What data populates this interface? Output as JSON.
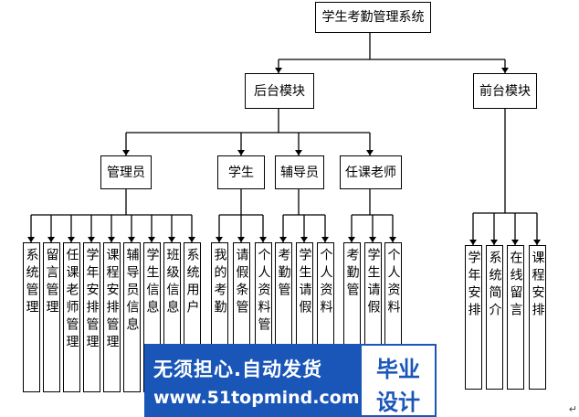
{
  "root": "学生考勤管理系统",
  "level1": {
    "backend": "后台模块",
    "frontend": "前台模块"
  },
  "level2": {
    "admin": "管理员",
    "student": "学生",
    "counselor": "辅导员",
    "teacher": "任课老师"
  },
  "admin_items": [
    "系统管理",
    "留言管理",
    "任课老师管理",
    "学年安排管理",
    "课程安排管理",
    "辅导员信息",
    "学生信息",
    "班级信息",
    "系统用户"
  ],
  "student_items": [
    "我的考勤",
    "请假条管",
    "个人资料管"
  ],
  "counselor_items": [
    "考勤管",
    "学生请假",
    "个人资料"
  ],
  "teacher_items": [
    "考勤管",
    "学生请假",
    "个人资料"
  ],
  "frontend_items": [
    "学年安排",
    "系统简介",
    "在线留言",
    "课程安排"
  ],
  "watermark": {
    "line1": "无须担心.自动发货",
    "line2": "www.51topmind.com",
    "badge1": "毕业",
    "badge2": "设计"
  },
  "corner_mark": "↵"
}
